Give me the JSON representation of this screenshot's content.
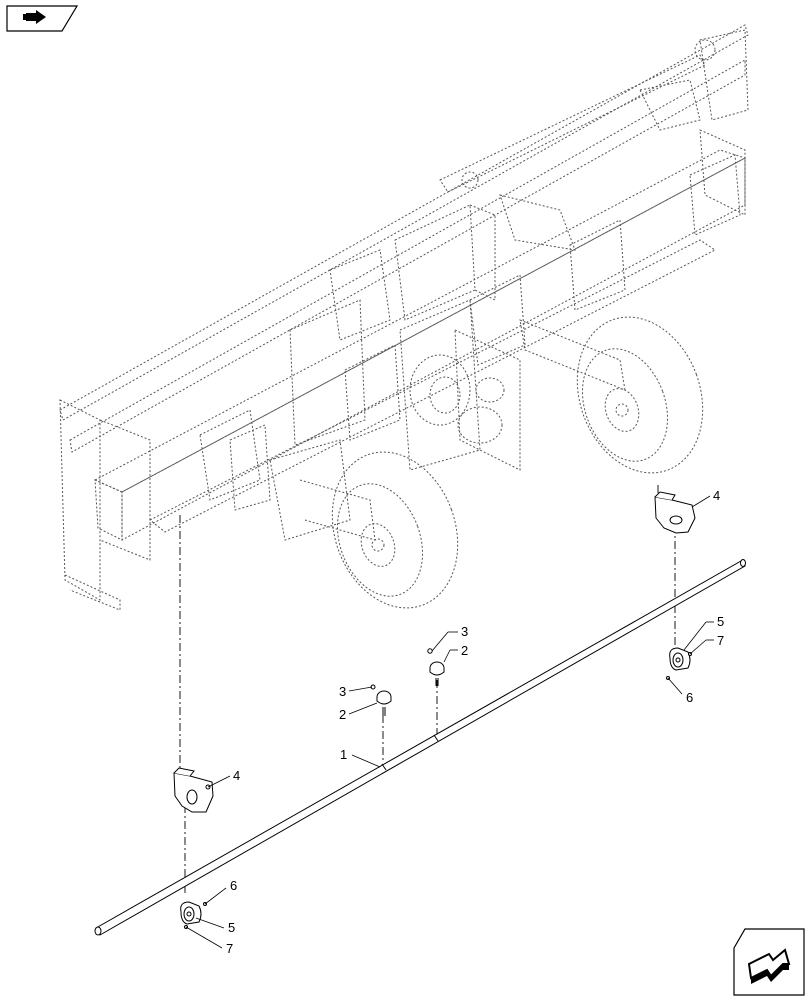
{
  "navigation": {
    "prev_icon": "page-back-icon",
    "next_icon": "page-forward-icon"
  },
  "callouts": [
    "1",
    "2",
    "2",
    "3",
    "3",
    "4",
    "4",
    "5",
    "5",
    "6",
    "6",
    "7",
    "7"
  ],
  "colors": {
    "line": "#000000",
    "hidden_line": "#6a6a6a",
    "background": "#ffffff"
  }
}
